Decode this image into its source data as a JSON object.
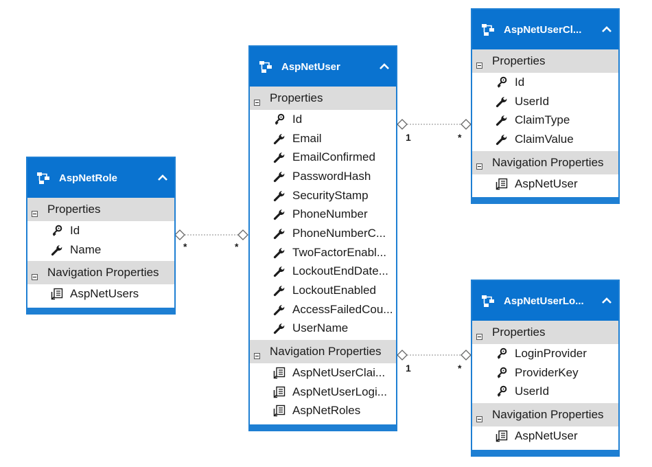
{
  "entities": {
    "aspnetuser": {
      "title": "AspNetUser",
      "properties_label": "Properties",
      "properties": [
        {
          "name": "Id",
          "icon": "key-icon"
        },
        {
          "name": "Email",
          "icon": "wrench-icon"
        },
        {
          "name": "EmailConfirmed",
          "icon": "wrench-icon"
        },
        {
          "name": "PasswordHash",
          "icon": "wrench-icon"
        },
        {
          "name": "SecurityStamp",
          "icon": "wrench-icon"
        },
        {
          "name": "PhoneNumber",
          "icon": "wrench-icon"
        },
        {
          "name": "PhoneNumberC...",
          "icon": "wrench-icon"
        },
        {
          "name": "TwoFactorEnabl...",
          "icon": "wrench-icon"
        },
        {
          "name": "LockoutEndDate...",
          "icon": "wrench-icon"
        },
        {
          "name": "LockoutEnabled",
          "icon": "wrench-icon"
        },
        {
          "name": "AccessFailedCou...",
          "icon": "wrench-icon"
        },
        {
          "name": "UserName",
          "icon": "wrench-icon"
        }
      ],
      "nav_label": "Navigation Properties",
      "nav": [
        "AspNetUserClai...",
        "AspNetUserLogi...",
        "AspNetRoles"
      ]
    },
    "aspnetrole": {
      "title": "AspNetRole",
      "properties_label": "Properties",
      "properties": [
        {
          "name": "Id",
          "icon": "key-icon"
        },
        {
          "name": "Name",
          "icon": "wrench-icon"
        }
      ],
      "nav_label": "Navigation Properties",
      "nav": [
        "AspNetUsers"
      ]
    },
    "aspnetuserclaim": {
      "title": "AspNetUserCl...",
      "properties_label": "Properties",
      "properties": [
        {
          "name": "Id",
          "icon": "key-icon"
        },
        {
          "name": "UserId",
          "icon": "wrench-icon"
        },
        {
          "name": "ClaimType",
          "icon": "wrench-icon"
        },
        {
          "name": "ClaimValue",
          "icon": "wrench-icon"
        }
      ],
      "nav_label": "Navigation Properties",
      "nav": [
        "AspNetUser"
      ]
    },
    "aspnetuserlogin": {
      "title": "AspNetUserLo...",
      "properties_label": "Properties",
      "properties": [
        {
          "name": "LoginProvider",
          "icon": "key-icon"
        },
        {
          "name": "ProviderKey",
          "icon": "key-icon"
        },
        {
          "name": "UserId",
          "icon": "key-icon"
        }
      ],
      "nav_label": "Navigation Properties",
      "nav": [
        "AspNetUser"
      ]
    }
  },
  "associations": [
    {
      "from": "AspNetRole",
      "to": "AspNetUser",
      "from_mult": "*",
      "to_mult": "*"
    },
    {
      "from": "AspNetUser",
      "to": "AspNetUserClaim",
      "from_mult": "1",
      "to_mult": "*"
    },
    {
      "from": "AspNetUser",
      "to": "AspNetUserLogin",
      "from_mult": "1",
      "to_mult": "*"
    }
  ],
  "colors": {
    "header": "#0a73d0",
    "border": "#1e7fd3",
    "section": "#dcdcdc",
    "connector": "#8a8a8a"
  }
}
